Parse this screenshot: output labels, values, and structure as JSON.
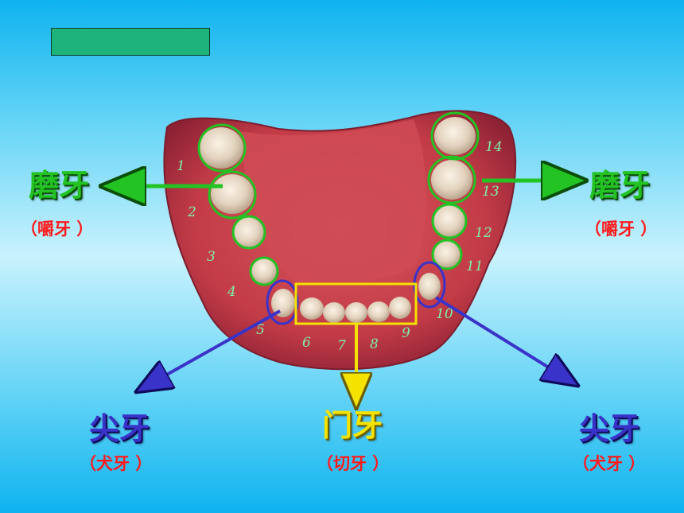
{
  "labels": {
    "molar_left": "磨牙",
    "molar_left_alt": "（嚼牙 ）",
    "molar_right": "磨牙",
    "molar_right_alt": "（嚼牙 ）",
    "canine_left": "尖牙",
    "canine_left_alt": "（犬牙 ）",
    "incisor": "门牙",
    "incisor_alt": "（切牙 ）",
    "canine_right": "尖牙",
    "canine_right_alt": "（犬牙 ）"
  },
  "tooth_numbers": [
    "1",
    "2",
    "3",
    "4",
    "5",
    "6",
    "7",
    "8",
    "9",
    "10",
    "11",
    "12",
    "13",
    "14"
  ],
  "colors": {
    "molar_marker": "#22c322",
    "canine_marker": "#3a33c9",
    "incisor_marker": "#f4e200",
    "alt_name_text": "#ff1a1a"
  }
}
